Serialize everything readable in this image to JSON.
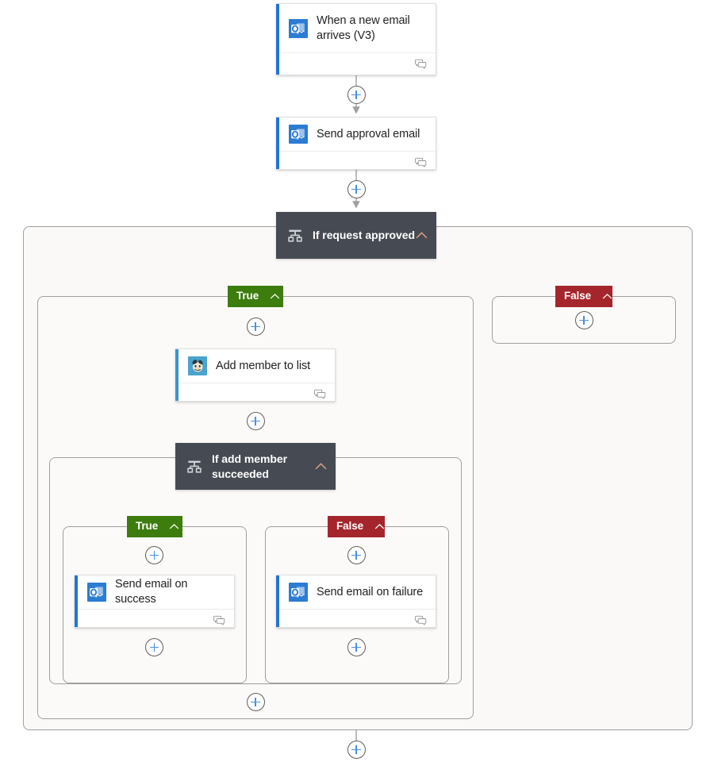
{
  "canvas": {
    "background_color": "#ffffff",
    "scope_fill": "#faf9f8",
    "scope_border": "#a19f9d",
    "connector_color": "#a19f9d",
    "plus_border_color": "#605e5c",
    "plus_glyph_color": "#4a90e2",
    "condition_header_color": "#464b53",
    "true_badge_color": "#3c7d0e",
    "false_badge_color": "#a4262c",
    "outlook_accent_color": "#2474d0",
    "mailchimp_accent_color": "#3a96c8",
    "card_title_color": "#201f1e"
  },
  "nodes": {
    "trigger": {
      "title": "When a new email arrives (V3)",
      "icon": "outlook-icon",
      "accent": "#2474d0",
      "footer_icon": "comments-icon"
    },
    "send_approval": {
      "title": "Send approval email",
      "icon": "outlook-icon",
      "accent": "#2474d0",
      "footer_icon": "comments-icon"
    },
    "condition_outer": {
      "title": "If request approved",
      "icon": "condition-branch-icon",
      "chevron": "chevron-up-icon"
    },
    "add_member": {
      "title": "Add member to list",
      "icon": "mailchimp-icon",
      "accent": "#3a96c8",
      "footer_icon": "comments-icon"
    },
    "condition_inner": {
      "title": "If add member succeeded",
      "icon": "condition-branch-icon",
      "chevron": "chevron-up-icon"
    },
    "send_success": {
      "title": "Send email on success",
      "icon": "outlook-icon",
      "accent": "#2474d0",
      "footer_icon": "comments-icon"
    },
    "send_failure": {
      "title": "Send email on failure",
      "icon": "outlook-icon",
      "accent": "#2474d0",
      "footer_icon": "comments-icon"
    }
  },
  "badges": {
    "outer_true": {
      "label": "True",
      "chevron": "chevron-up-icon",
      "color": "#3c7d0e"
    },
    "outer_false": {
      "label": "False",
      "chevron": "chevron-up-icon",
      "color": "#a4262c"
    },
    "inner_true": {
      "label": "True",
      "chevron": "chevron-up-icon",
      "color": "#3c7d0e"
    },
    "inner_false": {
      "label": "False",
      "chevron": "chevron-up-icon",
      "color": "#a4262c"
    }
  },
  "add_buttons": [
    {
      "id": "add-after-trigger",
      "label": "+"
    },
    {
      "id": "add-after-send-approval",
      "label": "+"
    },
    {
      "id": "add-in-false-branch",
      "label": "+"
    },
    {
      "id": "add-before-add-member",
      "label": "+"
    },
    {
      "id": "add-after-add-member",
      "label": "+"
    },
    {
      "id": "add-before-send-success",
      "label": "+"
    },
    {
      "id": "add-after-send-success",
      "label": "+"
    },
    {
      "id": "add-before-send-failure",
      "label": "+"
    },
    {
      "id": "add-after-send-failure",
      "label": "+"
    },
    {
      "id": "add-after-inner-condition",
      "label": "+"
    },
    {
      "id": "add-after-outer-condition",
      "label": "+"
    }
  ]
}
